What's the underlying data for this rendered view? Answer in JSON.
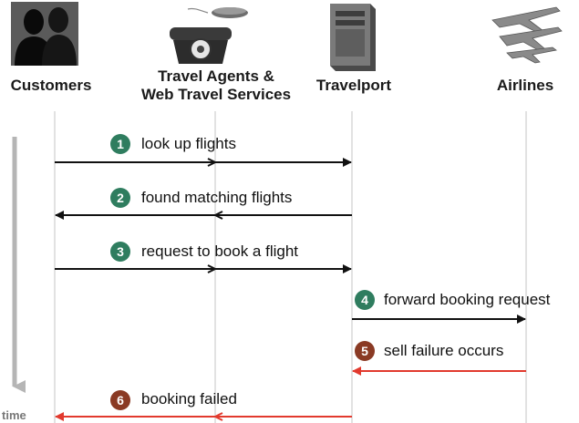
{
  "actors": {
    "customers": {
      "label": "Customers",
      "icon": "people-silhouette-icon"
    },
    "agents": {
      "label_line1": "Travel Agents &",
      "label_line2": "Web Travel Services",
      "icon": "telephone-mouse-icon"
    },
    "travelport": {
      "label": "Travelport",
      "icon": "server-tower-icon"
    },
    "airlines": {
      "label": "Airlines",
      "icon": "airplanes-icon"
    }
  },
  "time_label": "time",
  "colors": {
    "green_badge": "#2f7d5f",
    "brown_badge": "#8a3a24",
    "black_arrow": "#111111",
    "red_arrow": "#e23a2e",
    "lifeline": "#d8d8d8",
    "time_axis": "#b5b5b5"
  },
  "steps": [
    {
      "number": "1",
      "text": "look up flights",
      "badge_color": "green"
    },
    {
      "number": "2",
      "text": "found matching flights",
      "badge_color": "green"
    },
    {
      "number": "3",
      "text": "request to book a flight",
      "badge_color": "green"
    },
    {
      "number": "4",
      "text": "forward booking request",
      "badge_color": "green"
    },
    {
      "number": "5",
      "text": "sell failure occurs",
      "badge_color": "brown"
    },
    {
      "number": "6",
      "text": "booking failed",
      "badge_color": "brown"
    }
  ]
}
